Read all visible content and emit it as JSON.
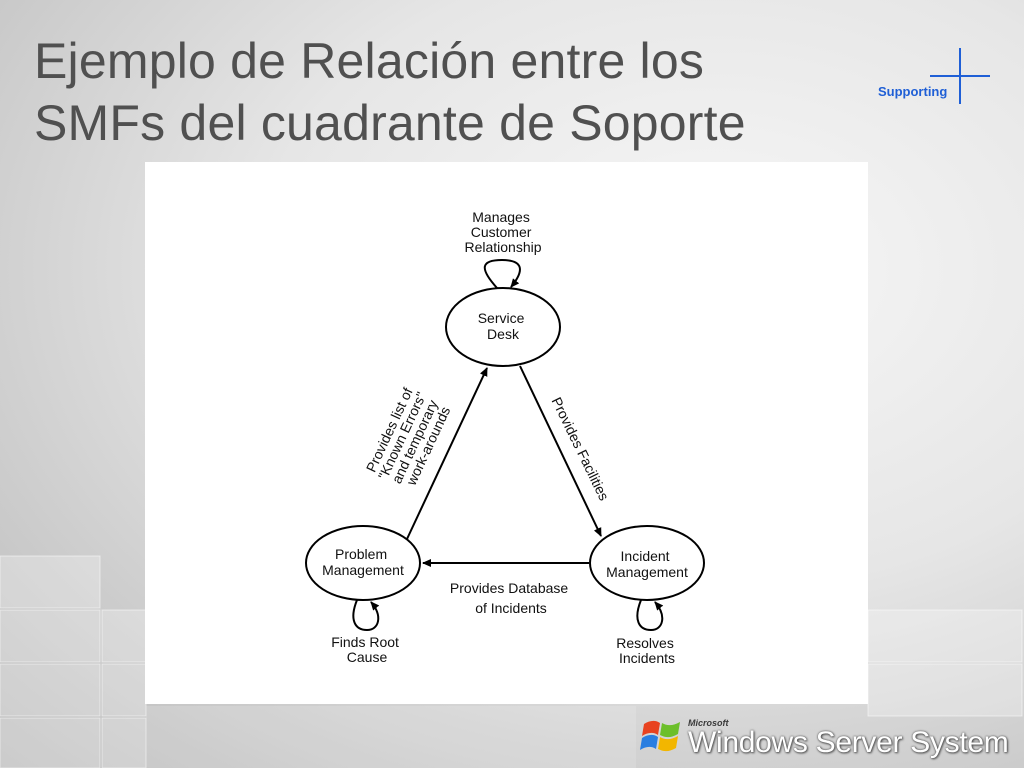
{
  "slide": {
    "title_lines": [
      "Ejemplo de Relación entre los",
      "SMFs del cuadrante de Soporte"
    ],
    "quadrant_label": "Supporting"
  },
  "diagram": {
    "nodes": {
      "service_desk": [
        "Service",
        "Desk"
      ],
      "problem_management": [
        "Problem",
        "Management"
      ],
      "incident_management": [
        "Incident",
        "Management"
      ]
    },
    "self_loops": {
      "service_desk": [
        "Manages",
        "Customer",
        "Relationship"
      ],
      "problem_management": [
        "Finds Root",
        "Cause"
      ],
      "incident_management": [
        "Resolves",
        "Incidents"
      ]
    },
    "edges": {
      "problem_to_service_desk": [
        "Provides list of",
        "\"Known Errors\"",
        "and temporary",
        "work-arounds"
      ],
      "service_desk_to_incident": [
        "Provides Facilities"
      ],
      "incident_to_problem": [
        "Provides Database",
        "of Incidents"
      ]
    }
  },
  "footer": {
    "brand_small": "Microsoft",
    "product_name": "Windows Server System"
  },
  "colors": {
    "title": "#505050",
    "accent": "#1f5fd6",
    "flag_red": "#e8421f",
    "flag_green": "#6cbf2a",
    "flag_blue": "#2a7ee0",
    "flag_yellow": "#f2b600"
  }
}
